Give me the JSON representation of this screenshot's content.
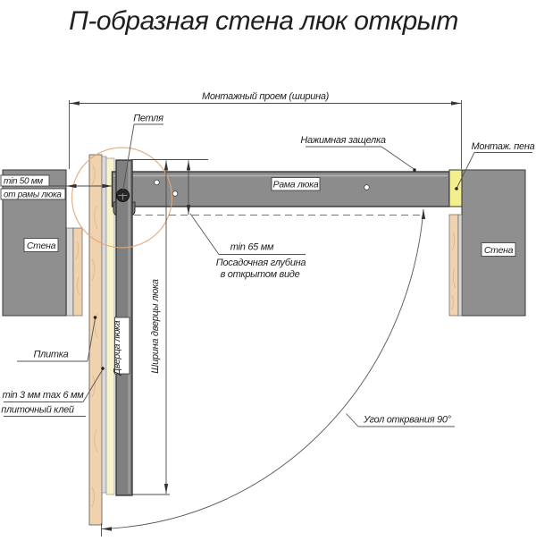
{
  "title": "П-образная стена люк открыт",
  "dimensions": {
    "opening_width": "Монтажный проем (ширина)",
    "door_width": "Ширина дверцы люка",
    "min_50": "min 50 мм",
    "min_50_sub": "от рамы люка",
    "min_65": "min 65 мм",
    "min_65_sub1": "Посадочная глубина",
    "min_65_sub2": "в открытом виде",
    "glue_min_max": "min 3 мм max 6 мм",
    "glue_sub": "плиточный клей",
    "opening_angle": "Угол открвания 90°"
  },
  "labels": {
    "hinge": "Петля",
    "latch": "Нажимная защелка",
    "foam": "Монтаж. пена",
    "frame": "Рама люка",
    "wall_left": "Стена",
    "wall_right": "Стена",
    "tile": "Плитка",
    "door": "Дверца люка"
  },
  "colors": {
    "wall": "#8f8f8f",
    "frame": "#8c8c8c",
    "door": "#7f7f7f",
    "tile": "#f0d2ae",
    "tile_streak": "#d8b288",
    "glue": "#d9d9d9",
    "door_panel": "#f7f3cd",
    "foam": "#f3ef8c",
    "detail_circle": "#e2a87a"
  }
}
